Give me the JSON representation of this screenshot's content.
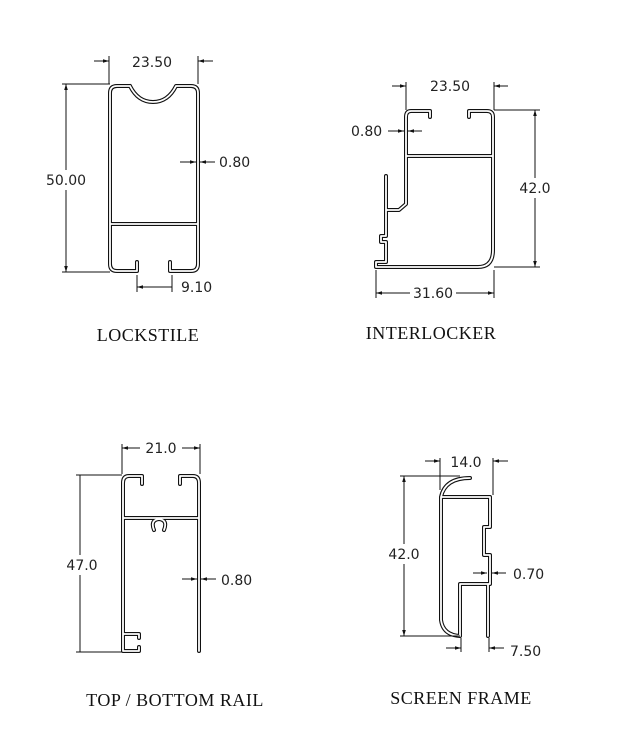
{
  "profiles": [
    {
      "title": "LOCKSTILE",
      "dims": {
        "width": "23.50",
        "height": "50.00",
        "wall": "0.80",
        "slot": "9.10"
      }
    },
    {
      "title": "INTERLOCKER",
      "dims": {
        "width": "23.50",
        "height": "42.0",
        "wall": "0.80",
        "base": "31.60"
      }
    },
    {
      "title": "TOP / BOTTOM RAIL",
      "dims": {
        "width": "21.0",
        "height": "47.0",
        "wall": "0.80"
      }
    },
    {
      "title": "SCREEN FRAME",
      "dims": {
        "width": "14.0",
        "height": "42.0",
        "wall": "0.70",
        "leg": "7.50"
      }
    }
  ]
}
